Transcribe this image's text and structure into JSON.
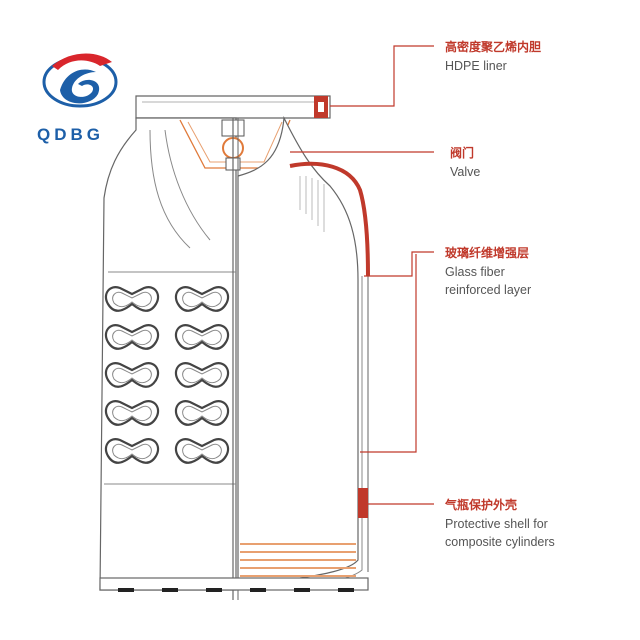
{
  "logo": {
    "text": "QDBG",
    "colors": {
      "blue": "#1d5fa8",
      "red": "#d9262c"
    }
  },
  "labels": {
    "liner": {
      "cn": "高密度聚乙烯内胆",
      "en": [
        "HDPE liner"
      ]
    },
    "valve": {
      "cn": "阀门",
      "en": [
        "Valve"
      ]
    },
    "fiber": {
      "cn": "玻璃纤维增强层",
      "en": [
        "Glass fiber",
        "reinforced layer"
      ]
    },
    "shell": {
      "cn": "气瓶保护外壳",
      "en": [
        "Protective shell for",
        "composite cylinders"
      ]
    }
  },
  "colors": {
    "accent": "#c0392b",
    "line": "#555555",
    "fill": "#ffffff",
    "stripe": "#e8a070"
  },
  "holes": {
    "columns": 2,
    "rows": 5
  }
}
